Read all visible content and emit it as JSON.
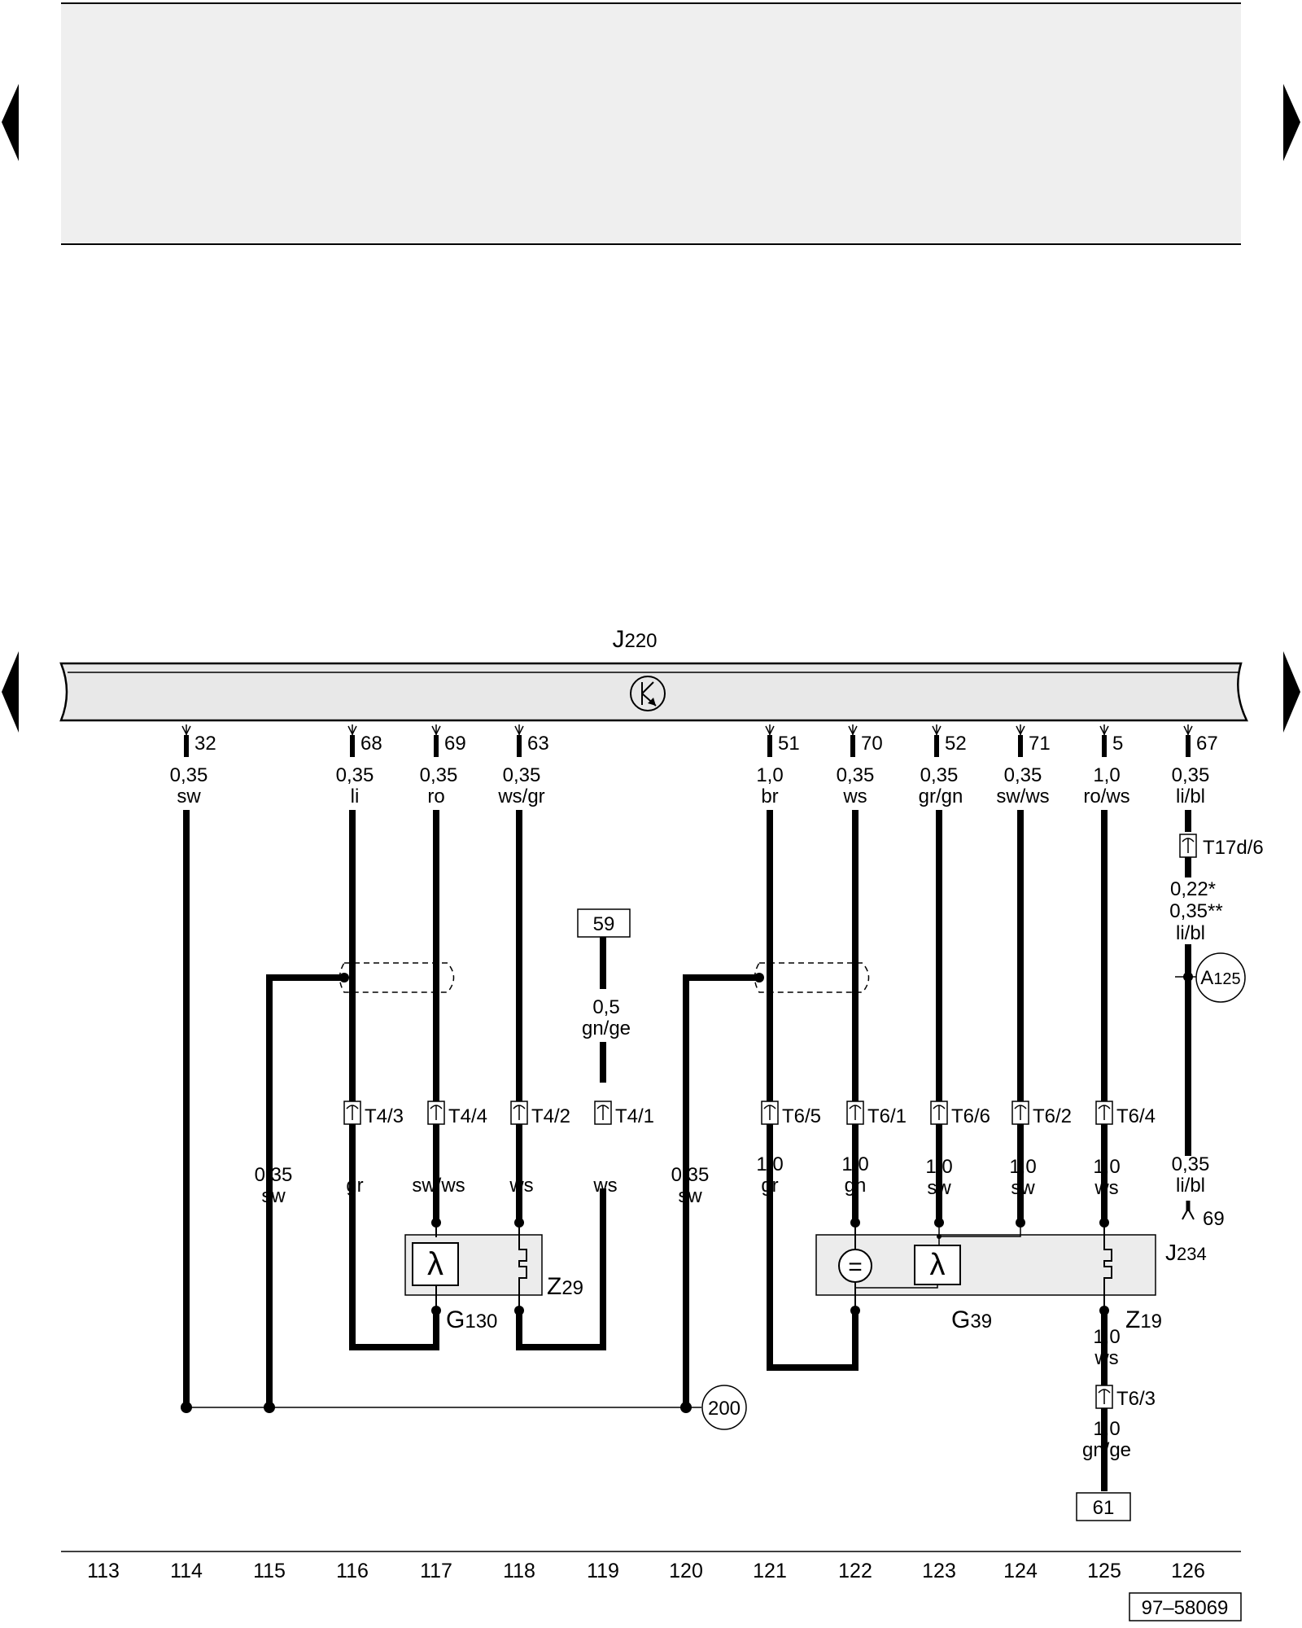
{
  "diagram": {
    "control_unit": {
      "letter": "J",
      "number": "220"
    },
    "pins": [
      {
        "pin": "32",
        "size": "0,35",
        "color": "sw"
      },
      {
        "pin": "68",
        "size": "0,35",
        "color": "li"
      },
      {
        "pin": "69",
        "size": "0,35",
        "color": "ro"
      },
      {
        "pin": "63",
        "size": "0,35",
        "color": "ws/gr"
      },
      {
        "pin": "51",
        "size": "1,0",
        "color": "br"
      },
      {
        "pin": "70",
        "size": "0,35",
        "color": "ws"
      },
      {
        "pin": "52",
        "size": "0,35",
        "color": "gr/gn"
      },
      {
        "pin": "71",
        "size": "0,35",
        "color": "sw/ws"
      },
      {
        "pin": "5",
        "size": "1,0",
        "color": "ro/ws"
      },
      {
        "pin": "67",
        "size": "0,35",
        "color": "li/bl"
      }
    ],
    "connectors": [
      {
        "label": "T4/3",
        "size": "",
        "color": "gr"
      },
      {
        "label": "T4/4",
        "size": "",
        "color": "sw/ws"
      },
      {
        "label": "T4/2",
        "size": "",
        "color": "ws"
      },
      {
        "label": "T4/1",
        "size": "",
        "color": "ws"
      },
      {
        "label": "T6/5",
        "size": "1,0",
        "color": "gr"
      },
      {
        "label": "T6/1",
        "size": "1,0",
        "color": "gn"
      },
      {
        "label": "T6/6",
        "size": "1,0",
        "color": "sw"
      },
      {
        "label": "T6/2",
        "size": "1,0",
        "color": "sw"
      },
      {
        "label": "T6/4",
        "size": "1,0",
        "color": "ws"
      }
    ],
    "ground_wires": [
      {
        "size": "0,35",
        "color": "sw"
      },
      {
        "size": "0,35",
        "color": "sw"
      }
    ],
    "terminal_59": {
      "label": "59",
      "size": "0,5",
      "color": "gn/ge"
    },
    "t17d": {
      "label": "T17d/6",
      "size1": "0,22*",
      "size2": "0,35**",
      "color": "li/bl"
    },
    "connection_a125": {
      "letter": "A",
      "number": "125"
    },
    "j234_wire": {
      "size": "0,35",
      "color": "li/bl",
      "pin": "69"
    },
    "j234": {
      "letter": "J",
      "number": "234"
    },
    "g130": {
      "letter": "G",
      "number": "130"
    },
    "z29": {
      "letter": "Z",
      "number": "29"
    },
    "g39": {
      "letter": "G",
      "number": "39"
    },
    "z19": {
      "letter": "Z",
      "number": "19"
    },
    "lambda_symbol": "λ",
    "equal_symbol": "=",
    "z19_wire": {
      "size": "1,0",
      "color": "ws"
    },
    "t63": {
      "label": "T6/3",
      "size": "1,0",
      "color": "gn/ge"
    },
    "terminal_61": {
      "label": "61"
    },
    "ground_200": {
      "label": "200"
    },
    "tracks": [
      "113",
      "114",
      "115",
      "116",
      "117",
      "118",
      "119",
      "120",
      "121",
      "122",
      "123",
      "124",
      "125",
      "126"
    ],
    "doc_number": "97–58069"
  }
}
